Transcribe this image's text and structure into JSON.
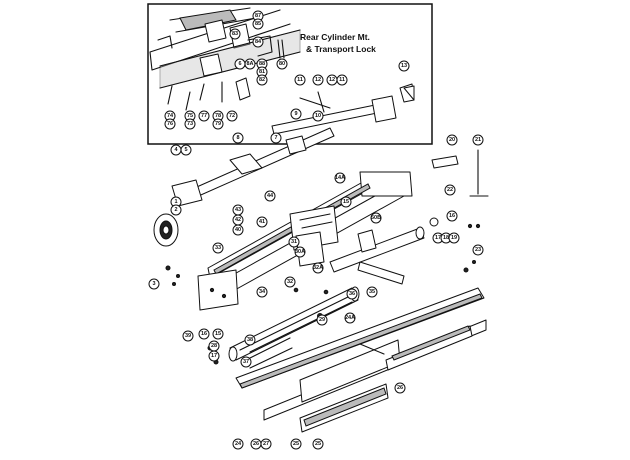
{
  "diagram": {
    "inset_title_line1": "Rear Cylinder Mt.",
    "inset_title_line2": "& Transport Lock"
  },
  "callouts": [
    {
      "label": "87"
    },
    {
      "label": "85"
    },
    {
      "label": "83"
    },
    {
      "label": "84"
    },
    {
      "label": "6"
    },
    {
      "label": "8A"
    },
    {
      "label": "88"
    },
    {
      "label": "81"
    },
    {
      "label": "82"
    },
    {
      "label": "80"
    },
    {
      "label": "74"
    },
    {
      "label": "76"
    },
    {
      "label": "75"
    },
    {
      "label": "73"
    },
    {
      "label": "77"
    },
    {
      "label": "78"
    },
    {
      "label": "79"
    },
    {
      "label": "72"
    },
    {
      "label": "11"
    },
    {
      "label": "12"
    },
    {
      "label": "12"
    },
    {
      "label": "11"
    },
    {
      "label": "10"
    },
    {
      "label": "13"
    },
    {
      "label": "9"
    },
    {
      "label": "8"
    },
    {
      "label": "7"
    },
    {
      "label": "4"
    },
    {
      "label": "5"
    },
    {
      "label": "14A"
    },
    {
      "label": "20"
    },
    {
      "label": "21"
    },
    {
      "label": "1"
    },
    {
      "label": "2"
    },
    {
      "label": "22"
    },
    {
      "label": "44"
    },
    {
      "label": "43"
    },
    {
      "label": "42"
    },
    {
      "label": "41"
    },
    {
      "label": "40"
    },
    {
      "label": "15"
    },
    {
      "label": "50B"
    },
    {
      "label": "16"
    },
    {
      "label": "17"
    },
    {
      "label": "18"
    },
    {
      "label": "19"
    },
    {
      "label": "33"
    },
    {
      "label": "31"
    },
    {
      "label": "30A"
    },
    {
      "label": "32A"
    },
    {
      "label": "34"
    },
    {
      "label": "32"
    },
    {
      "label": "36"
    },
    {
      "label": "35"
    },
    {
      "label": "23"
    },
    {
      "label": "3"
    },
    {
      "label": "39"
    },
    {
      "label": "24A"
    },
    {
      "label": "28"
    },
    {
      "label": "16"
    },
    {
      "label": "15"
    },
    {
      "label": "17"
    },
    {
      "label": "37"
    },
    {
      "label": "29"
    },
    {
      "label": "38"
    },
    {
      "label": "26"
    },
    {
      "label": "24"
    },
    {
      "label": "26"
    },
    {
      "label": "27"
    },
    {
      "label": "25"
    },
    {
      "label": "25"
    }
  ]
}
